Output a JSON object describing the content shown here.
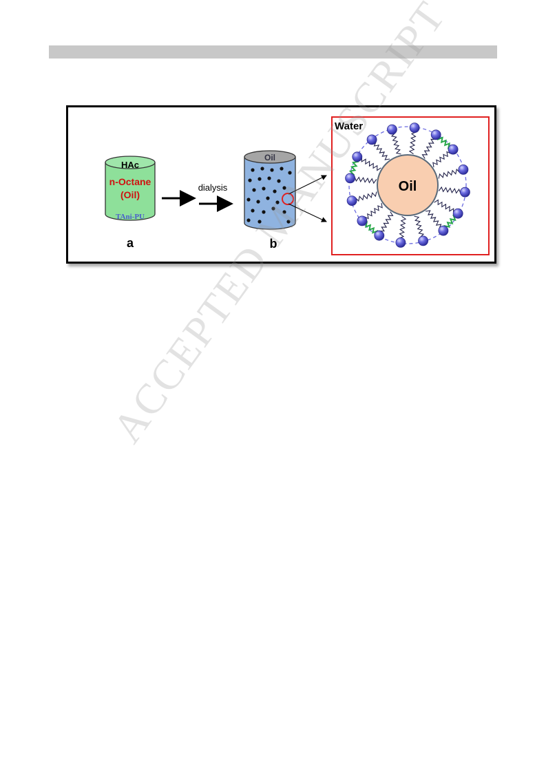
{
  "figure": {
    "vessel_a": {
      "top_label": "HAc",
      "solvent_label": "n-Octane",
      "oil_label": "(Oil)",
      "polymer_label": "TAni-PU",
      "caption": "a",
      "fill_color": "#8ee09a"
    },
    "arrow_label": "dialysis",
    "vessel_b": {
      "top_label": "Oil",
      "caption": "b",
      "fill_color": "#8fb3e0"
    },
    "micelle": {
      "medium_label": "Water",
      "core_label": "Oil",
      "core_color": "#f9ceb0",
      "frame_color": "#e02020",
      "head_color": "#5b5bd6",
      "linker_color": "#2aa84a"
    }
  },
  "watermark": "ACCEPTED MANUSCRIPT"
}
